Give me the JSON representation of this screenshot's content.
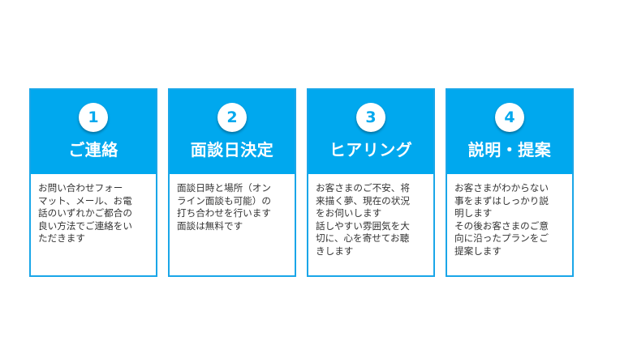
{
  "steps": [
    {
      "number": "1",
      "title": "ご連絡",
      "description": "お問い合わせフォー\nマット、メール、お電\n話のいずれかご都合の\n良い方法でご連絡をい\nただきます"
    },
    {
      "number": "2",
      "title": "面談日決定",
      "description": "面談日時と場所（オン\nライン面談も可能）の\n打ち合わせを行います\n面談は無料です"
    },
    {
      "number": "3",
      "title": "ヒアリング",
      "description": "お客さまのご不安、将\n来描く夢、現在の状況\nをお伺いします\n話しやすい雰囲気を大\n切に、心を寄せてお聴\nきします"
    },
    {
      "number": "4",
      "title": "説明・提案",
      "description": "お客さまがわからない\n事をまずはしっかり説\n明します\nその後お客さまのご意\n向に沿ったプランをご\n提案します"
    }
  ]
}
